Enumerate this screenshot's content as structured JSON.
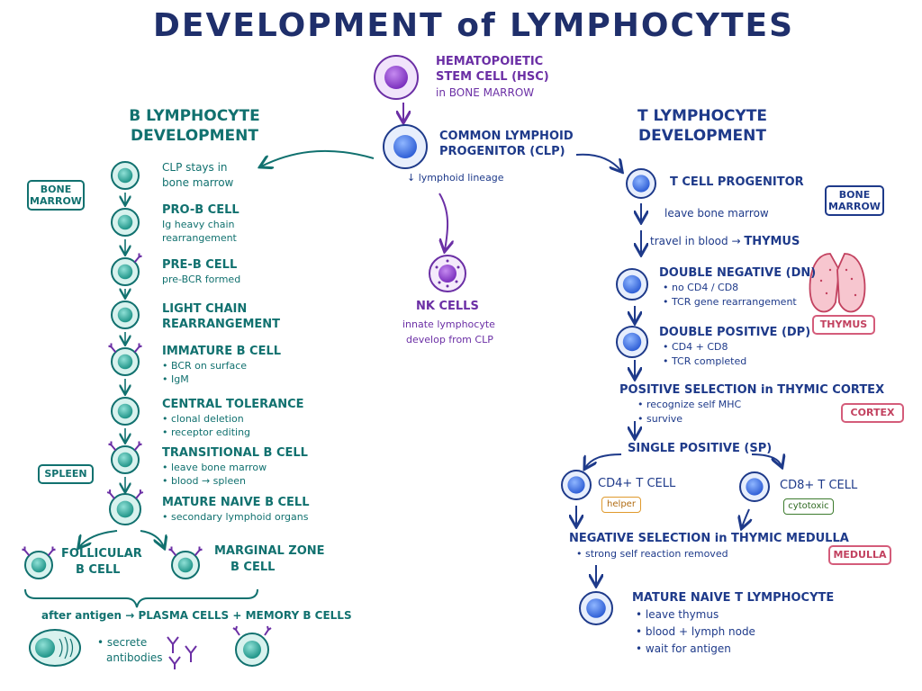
{
  "title": "DEVELOPMENT of LYMPHOCYTES",
  "hsc": {
    "line1": "HEMATOPOIETIC",
    "line2": "STEM CELL (HSC)",
    "line3": "in BONE MARROW"
  },
  "clp": {
    "line1": "COMMON LYMPHOID",
    "line2": "PROGENITOR (CLP)",
    "note": "↓ lymphoid lineage"
  },
  "nk": {
    "name": "NK CELLS",
    "d1": "innate lymphocyte",
    "d2": "develop from CLP"
  },
  "b": {
    "heading1": "B LYMPHOCYTE",
    "heading2": "DEVELOPMENT",
    "bone_marrow_box": "BONE\nMARROW",
    "spleen_box": "SPLEEN",
    "stages": [
      {
        "name": "CLP stays in",
        "d1": "bone marrow",
        "d2": ""
      },
      {
        "name": "PRO-B CELL",
        "d1": "Ig heavy chain",
        "d2": "rearrangement"
      },
      {
        "name": "PRE-B CELL",
        "d1": "pre-BCR formed",
        "d2": ""
      },
      {
        "name": "LIGHT CHAIN",
        "d1": "REARRANGEMENT",
        "d2": ""
      },
      {
        "name": "IMMATURE B CELL",
        "d1": "• BCR on surface",
        "d2": "• IgM"
      },
      {
        "name": "CENTRAL TOLERANCE",
        "d1": "• clonal deletion",
        "d2": "• receptor editing"
      },
      {
        "name": "TRANSITIONAL B CELL",
        "d1": "• leave bone marrow",
        "d2": "• blood → spleen"
      },
      {
        "name": "MATURE NAIVE B CELL",
        "d1": "• secondary lymphoid organs",
        "d2": ""
      }
    ],
    "follicular1": "FOLLICULAR",
    "follicular2": "B CELL",
    "marginal1": "MARGINAL ZONE",
    "marginal2": "B CELL",
    "after_antigen": "after antigen → PLASMA CELLS + MEMORY B CELLS",
    "secrete1": "• secrete",
    "secrete2": "antibodies"
  },
  "t": {
    "heading1": "T LYMPHOCYTE",
    "heading2": "DEVELOPMENT",
    "progenitor": "T CELL PROGENITOR",
    "leave_bm": "leave bone marrow",
    "travel": "travel in blood → ",
    "thymus_word": "THYMUS",
    "bone_marrow_box": "BONE\nMARROW",
    "dn_name": "DOUBLE NEGATIVE (DN)",
    "dn_d1": "• no CD4 / CD8",
    "dn_d2": "• TCR gene rearrangement",
    "thymus_box": "THYMUS",
    "dp_name": "DOUBLE POSITIVE (DP)",
    "dp_d1": "• CD4 + CD8",
    "dp_d2": "• TCR completed",
    "pos_sel": "POSITIVE SELECTION in THYMIC CORTEX",
    "pos_d1": "• recognize self MHC",
    "pos_d2": "• survive",
    "cortex_box": "CORTEX",
    "sp": "SINGLE POSITIVE (SP)",
    "cd4": "CD4+ T CELL",
    "helper": "helper",
    "cd8": "CD8+ T CELL",
    "cytotoxic": "cytotoxic",
    "neg_sel": "NEGATIVE SELECTION in THYMIC MEDULLA",
    "neg_d1": "• strong self reaction removed",
    "medulla_box": "MEDULLA",
    "mature": "MATURE NAIVE T LYMPHOCYTE",
    "m1": "• leave thymus",
    "m2": "• blood + lymph node",
    "m3": "• wait for antigen"
  },
  "colors": {
    "teal": "#11716f",
    "blue": "#1e3a8a",
    "purple": "#6b2fa5",
    "pink": "#d45c7a"
  }
}
